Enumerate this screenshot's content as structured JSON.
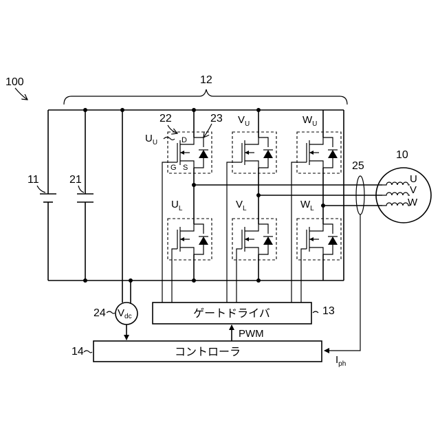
{
  "labels": {
    "system": "100",
    "inverter": "12",
    "battery": "11",
    "capacitor": "21",
    "switch_ref": "22",
    "diode_ref": "23",
    "motor": "10",
    "sensor_ring": "25",
    "gate_driver_ref": "13",
    "controller_ref": "14",
    "voltmeter_ref": "24"
  },
  "terminals": {
    "drain": "D",
    "gate": "G",
    "source": "S"
  },
  "switches": {
    "upper": [
      {
        "base": "U",
        "sub": "U"
      },
      {
        "base": "V",
        "sub": "U"
      },
      {
        "base": "W",
        "sub": "U"
      }
    ],
    "lower": [
      {
        "base": "U",
        "sub": "L"
      },
      {
        "base": "V",
        "sub": "L"
      },
      {
        "base": "W",
        "sub": "L"
      }
    ]
  },
  "motor_phases": [
    "U",
    "V",
    "W"
  ],
  "blocks": {
    "gate_driver": "ゲートドライバ",
    "controller": "コントローラ"
  },
  "signals": {
    "pwm": "PWM",
    "vdc_base": "V",
    "vdc_sub": "dc",
    "iph_base": "I",
    "iph_sub": "ph"
  }
}
